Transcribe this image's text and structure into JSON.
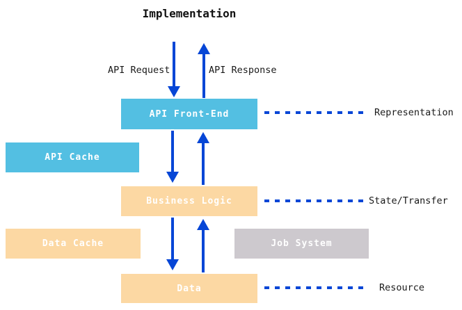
{
  "title": "Implementation",
  "colors": {
    "cyan": "#53bfe2",
    "peach": "#fcd8a3",
    "gray": "#cdc9ce",
    "blue": "#0646d6"
  },
  "flow_labels": {
    "request": "API Request",
    "response": "API Response"
  },
  "layers": [
    {
      "box_label": "API Front-End",
      "annotation": "Representation"
    },
    {
      "box_label": "Business Logic",
      "annotation": "State/Transfer"
    },
    {
      "box_label": "Data",
      "annotation": "Resource"
    }
  ],
  "side_boxes": [
    {
      "label": "API Cache"
    },
    {
      "label": "Data Cache"
    },
    {
      "label": "Job System"
    }
  ]
}
